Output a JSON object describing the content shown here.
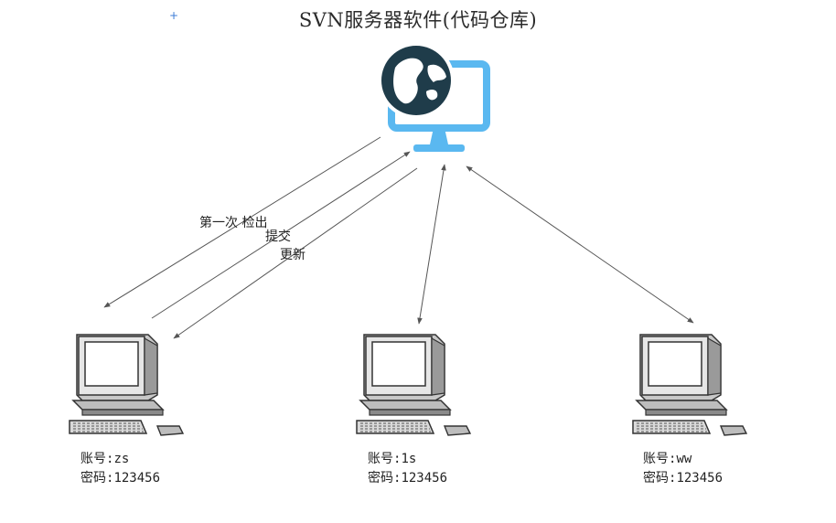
{
  "title": "SVN服务器软件(代码仓库)",
  "server": {
    "icon": "globe-monitor-icon",
    "colors": {
      "globe": "#1f3c4a",
      "monitor": "#5ab8f0"
    }
  },
  "arrow_labels": {
    "checkout": "第一次 检出",
    "commit": "提交",
    "update": "更新"
  },
  "clients": [
    {
      "account_label": "账号:",
      "account": "zs",
      "password_label": "密码:",
      "password": "123456"
    },
    {
      "account_label": "账号:",
      "account": "1s",
      "password_label": "密码:",
      "password": "123456"
    },
    {
      "account_label": "账号:",
      "account": "ww",
      "password_label": "密码:",
      "password": "123456"
    }
  ],
  "colors": {
    "arrow": "#555555"
  }
}
